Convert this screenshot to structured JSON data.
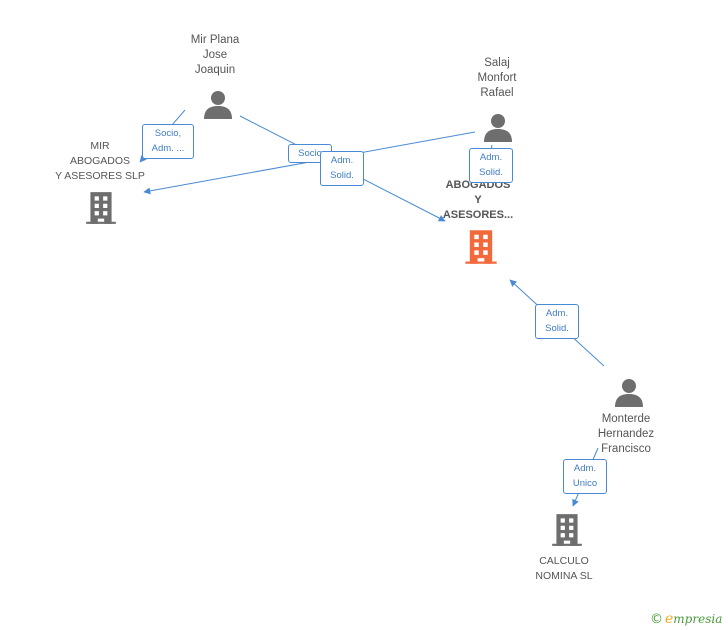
{
  "nodes": {
    "mir_plana": {
      "label": "Mir Plana\nJose\nJoaquin",
      "type": "person"
    },
    "salaj": {
      "label": "Salaj\nMonfort\nRafael",
      "type": "person"
    },
    "mir_abogados": {
      "label": "MIR\nABOGADOS\nY ASESORES SLP",
      "type": "company"
    },
    "abogados_focus": {
      "label": "ABOGADOS\nY\nASESORES...",
      "type": "company-focus"
    },
    "monterde": {
      "label": "Monterde\nHernandez\nFrancisco",
      "type": "person"
    },
    "calculo": {
      "label": "CALCULO\nNOMINA SL",
      "type": "company"
    }
  },
  "edges": {
    "socio_adm": {
      "label": "Socio,\nAdm. ..."
    },
    "socio": {
      "label": "Socio"
    },
    "adm_solid_1": {
      "label": "Adm.\nSolid."
    },
    "adm_solid_2": {
      "label": "Adm.\nSolid."
    },
    "adm_solid_3": {
      "label": "Adm.\nSolid."
    },
    "adm_unico": {
      "label": "Adm.\nUnico"
    }
  },
  "brand": {
    "copyright": "©",
    "name_e": "e",
    "name_rest": "mpresia"
  },
  "colors": {
    "edge": "#4a8ad4",
    "person": "#6e6e6e",
    "company": "#6e6e6e",
    "focus": "#f26a3c"
  }
}
